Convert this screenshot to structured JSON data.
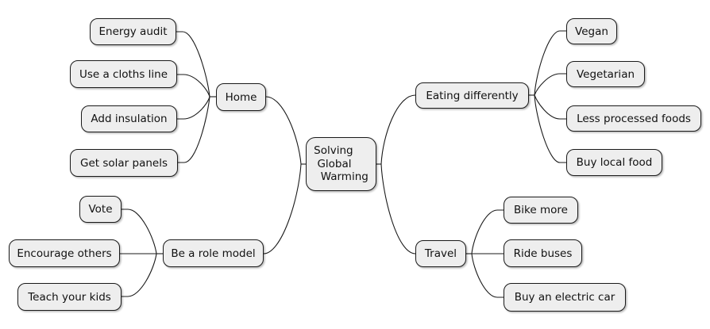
{
  "diagram": {
    "type": "mindmap",
    "colors": {
      "node_fill": "#eeeeee",
      "node_border": "#1a1a1a",
      "edge": "#1a1a1a",
      "text": "#111111",
      "background": "#ffffff"
    },
    "root": {
      "label": "Solving\n Global\n  Warming"
    },
    "branches": [
      {
        "label": "Home",
        "children": [
          {
            "label": "Energy audit"
          },
          {
            "label": "Use a cloths line"
          },
          {
            "label": "Add insulation"
          },
          {
            "label": "Get solar panels"
          }
        ]
      },
      {
        "label": "Be a role model",
        "children": [
          {
            "label": "Vote"
          },
          {
            "label": "Encourage others"
          },
          {
            "label": "Teach your kids"
          }
        ]
      },
      {
        "label": "Eating differently",
        "children": [
          {
            "label": "Vegan"
          },
          {
            "label": "Vegetarian"
          },
          {
            "label": "Less processed foods"
          },
          {
            "label": "Buy local food"
          }
        ]
      },
      {
        "label": "Travel",
        "children": [
          {
            "label": "Bike more"
          },
          {
            "label": "Ride buses"
          },
          {
            "label": "Buy an electric car"
          }
        ]
      }
    ]
  }
}
